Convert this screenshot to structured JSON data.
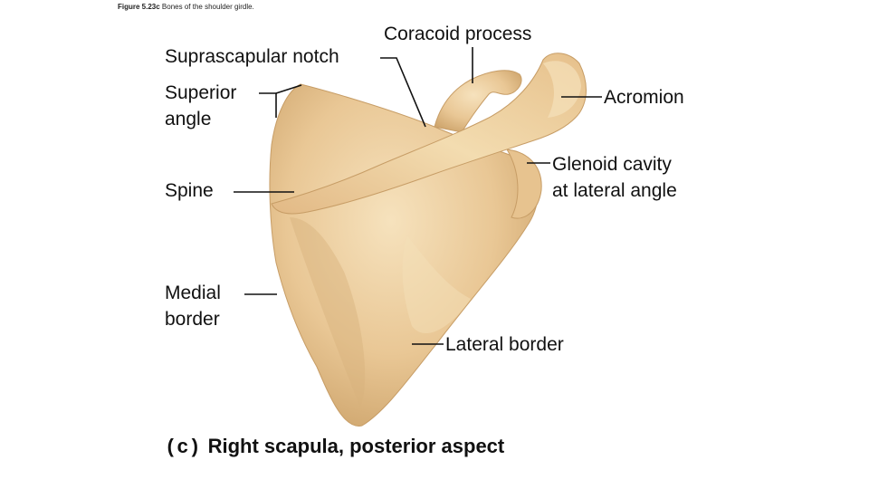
{
  "figure_note": {
    "prefix": "Figure 5.23c",
    "text": "Bones of the shoulder girdle."
  },
  "labels": {
    "coracoid_process": "Coracoid process",
    "suprascapular_notch": "Suprascapular notch",
    "superior_angle": [
      "Superior",
      "angle"
    ],
    "acromion": "Acromion",
    "glenoid_cavity": [
      "Glenoid cavity",
      "at lateral angle"
    ],
    "spine": "Spine",
    "medial_border": [
      "Medial",
      "border"
    ],
    "lateral_border": "Lateral border"
  },
  "caption": {
    "letter": "(c)",
    "text": "Right scapula, posterior aspect"
  },
  "colors": {
    "bone_fill": "#e9c795",
    "bone_shadow": "#cfa66e",
    "bone_highlight": "#f6e2bd",
    "leader_line": "#111111"
  }
}
